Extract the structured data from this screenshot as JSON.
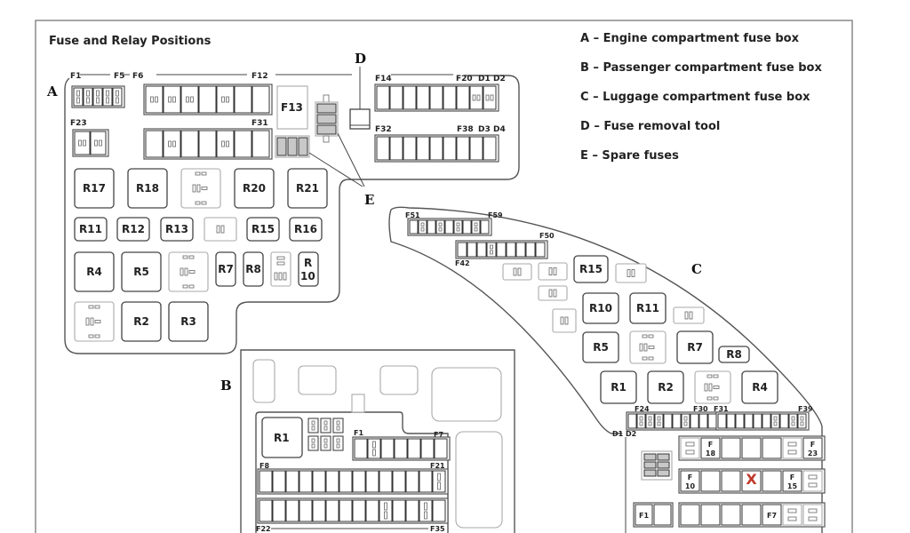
{
  "title": "Fuse and Relay Positions",
  "legend": [
    {
      "key": "A",
      "text": "A – Engine compartment fuse box"
    },
    {
      "key": "B",
      "text": "B – Passenger compartment fuse box"
    },
    {
      "key": "C",
      "text": "C – Luggage compartment fuse box"
    },
    {
      "key": "D",
      "text": "D – Fuse removal tool"
    },
    {
      "key": "E",
      "text": "E – Spare fuses"
    }
  ],
  "callouts": {
    "A": "A",
    "B": "B",
    "C": "C",
    "D": "D",
    "E": "E"
  },
  "box_a": {
    "fuse_labels": {
      "f1": "F1",
      "f5": "F5",
      "f6": "F6",
      "f12": "F12",
      "f13": "F13",
      "f14": "F14",
      "f20": "F20",
      "d1": "D1",
      "d2": "D2",
      "f23": "F23",
      "f31": "F31",
      "f32": "F32",
      "f38": "F38",
      "d3": "D3",
      "d4": "D4"
    },
    "relays_row1": [
      "R17",
      "R18",
      "",
      "R20",
      "R21"
    ],
    "relays_row2": [
      "R11",
      "R12",
      "R13",
      "",
      "R15",
      "R16"
    ],
    "relays_row3": [
      "R4",
      "R5",
      "",
      "R7",
      "R8",
      "",
      "R\n10"
    ],
    "relays_row4": [
      "",
      "R2",
      "R3"
    ],
    "r10_top": "R",
    "r10_bottom": "10"
  },
  "box_b": {
    "relay": "R1",
    "fuse_labels": {
      "f1": "F1",
      "f7": "F7",
      "f8": "F8",
      "f21": "F21",
      "f22": "F22",
      "f35": "F35"
    }
  },
  "box_c": {
    "fuse_labels": {
      "f51": "F51",
      "f59": "F59",
      "f50": "F50",
      "f42": "F42",
      "f24": "F24",
      "f30": "F30",
      "f31": "F31",
      "f39": "F39",
      "d1d2": "D1 D2"
    },
    "relays": [
      "R15",
      "R10",
      "R11",
      "R5",
      "R7",
      "R8",
      "R1",
      "R2",
      "R4"
    ],
    "lower_fuses": {
      "f18_top": "F",
      "f18_bottom": "18",
      "f23_top": "F",
      "f23_bottom": "23",
      "f10_top": "F",
      "f10_bottom": "10",
      "f15_top": "F",
      "f15_bottom": "15",
      "f1": "F1",
      "f7": "F7",
      "removed_mark": "X"
    }
  }
}
